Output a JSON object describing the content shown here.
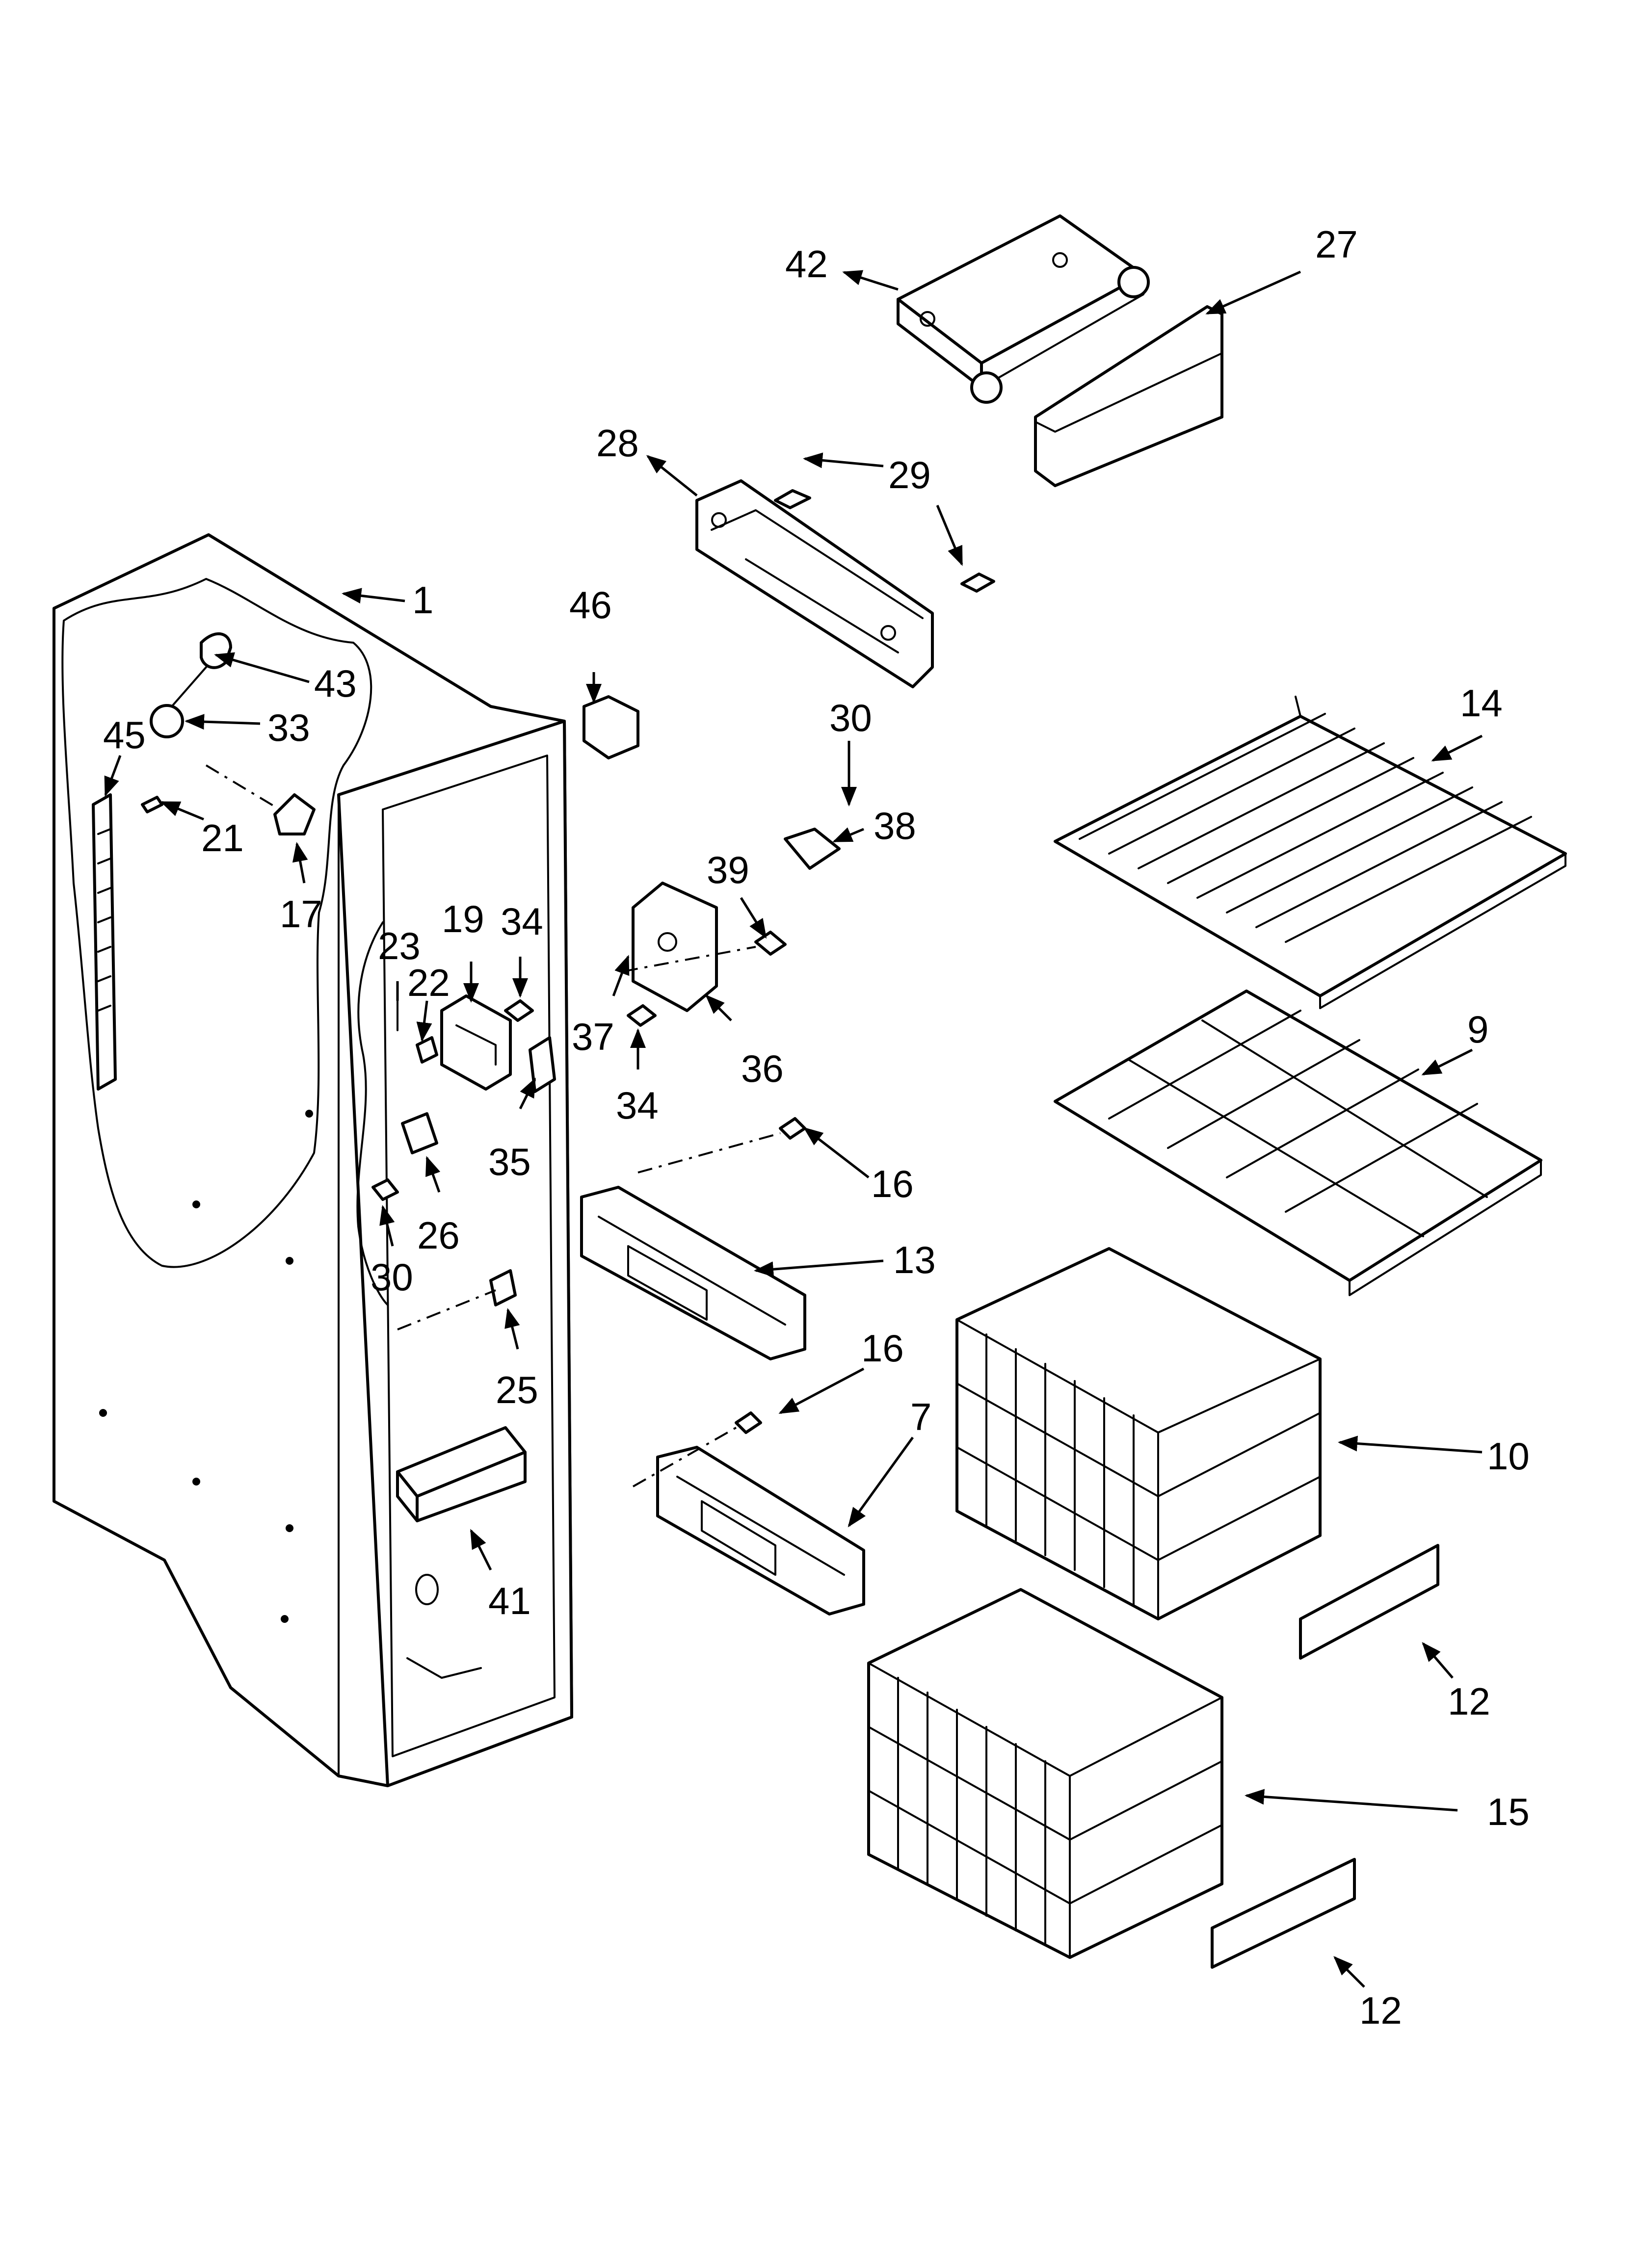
{
  "diagram": {
    "callouts": [
      {
        "id": "c1",
        "label": "1"
      },
      {
        "id": "c7",
        "label": "7"
      },
      {
        "id": "c9",
        "label": "9"
      },
      {
        "id": "c10",
        "label": "10"
      },
      {
        "id": "c12a",
        "label": "12"
      },
      {
        "id": "c12b",
        "label": "12"
      },
      {
        "id": "c13",
        "label": "13"
      },
      {
        "id": "c14",
        "label": "14"
      },
      {
        "id": "c15",
        "label": "15"
      },
      {
        "id": "c16a",
        "label": "16"
      },
      {
        "id": "c16b",
        "label": "16"
      },
      {
        "id": "c17",
        "label": "17"
      },
      {
        "id": "c19",
        "label": "19"
      },
      {
        "id": "c21",
        "label": "21"
      },
      {
        "id": "c22",
        "label": "22"
      },
      {
        "id": "c23",
        "label": "23"
      },
      {
        "id": "c25",
        "label": "25"
      },
      {
        "id": "c26",
        "label": "26"
      },
      {
        "id": "c27",
        "label": "27"
      },
      {
        "id": "c28",
        "label": "28"
      },
      {
        "id": "c29",
        "label": "29"
      },
      {
        "id": "c30a",
        "label": "30"
      },
      {
        "id": "c30b",
        "label": "30"
      },
      {
        "id": "c33",
        "label": "33"
      },
      {
        "id": "c34a",
        "label": "34"
      },
      {
        "id": "c34b",
        "label": "34"
      },
      {
        "id": "c35",
        "label": "35"
      },
      {
        "id": "c36",
        "label": "36"
      },
      {
        "id": "c37",
        "label": "37"
      },
      {
        "id": "c38",
        "label": "38"
      },
      {
        "id": "c39",
        "label": "39"
      },
      {
        "id": "c41",
        "label": "41"
      },
      {
        "id": "c42",
        "label": "42"
      },
      {
        "id": "c43",
        "label": "43"
      },
      {
        "id": "c45",
        "label": "45"
      },
      {
        "id": "c46",
        "label": "46"
      }
    ]
  }
}
